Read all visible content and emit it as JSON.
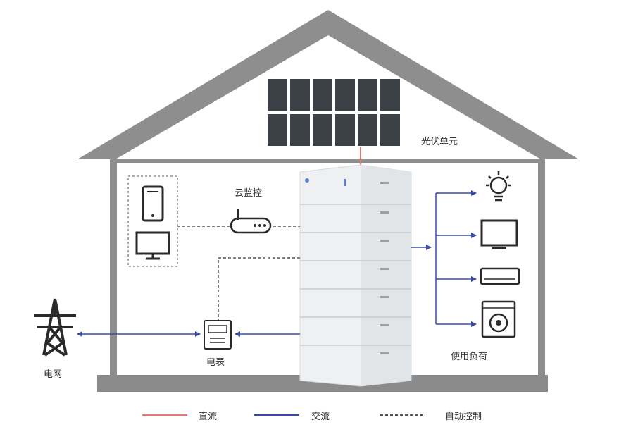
{
  "labels": {
    "pv_unit": "光伏单元",
    "cloud_monitor": "云监控",
    "grid": "电网",
    "meter": "电表",
    "loads": "使用负荷"
  },
  "legend": [
    {
      "label": "直流",
      "style": "solid",
      "color": "#e8796a"
    },
    {
      "label": "交流",
      "style": "solid",
      "color": "#3a4aa8"
    },
    {
      "label": "自动控制",
      "style": "dashed",
      "color": "#555555"
    }
  ],
  "colors": {
    "house": "#8a8a8a",
    "dc": "#e8796a",
    "ac": "#3a4aa8",
    "control": "#555555",
    "battery": "#eceff1",
    "panel": "#3c4148"
  },
  "icons": [
    "solar-panel-icon",
    "battery-stack-icon",
    "router-icon",
    "phone-icon",
    "monitor-icon",
    "power-tower-icon",
    "meter-icon",
    "bulb-icon",
    "tv-icon",
    "air-conditioner-icon",
    "washing-machine-icon"
  ]
}
